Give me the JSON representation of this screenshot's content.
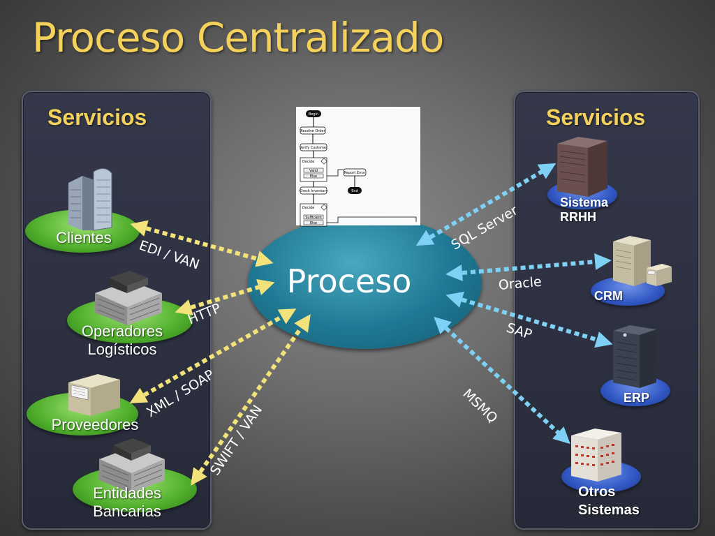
{
  "title": "Proceso Centralizado",
  "left_panel": {
    "heading": "Servicios",
    "nodes": [
      {
        "label_lines": [
          "Clientes"
        ],
        "icon": "office-tower-icon"
      },
      {
        "label_lines": [
          "Operadores",
          "Logísticos"
        ],
        "icon": "building-icon"
      },
      {
        "label_lines": [
          "Proveedores"
        ],
        "icon": "package-icon"
      },
      {
        "label_lines": [
          "Entidades",
          "Bancarias"
        ],
        "icon": "building-icon"
      }
    ]
  },
  "right_panel": {
    "heading": "Servicios",
    "nodes": [
      {
        "label_lines": [
          "Sistema",
          "RRHH"
        ],
        "icon": "server-tower-icon"
      },
      {
        "label_lines": [
          "CRM"
        ],
        "icon": "server-cabinet-icon"
      },
      {
        "label_lines": [
          "ERP"
        ],
        "icon": "server-rack-icon"
      },
      {
        "label_lines": [
          "Otros",
          "Sistemas"
        ],
        "icon": "mainframe-icon"
      }
    ]
  },
  "center": {
    "label": "Proceso",
    "workflow_steps": [
      "Begin",
      "Receive Order",
      "Verify Customer",
      "Decide",
      "Valid",
      "Else",
      "Report Error",
      "End",
      "Check Inventory",
      "Decide",
      "Sufficient",
      "Else"
    ]
  },
  "connections": {
    "left": [
      "EDI / VAN",
      "HTTP",
      "XML / SOAP",
      "SWIFT / VAN"
    ],
    "right": [
      "SQL  Server",
      "Oracle",
      "SAP",
      "MSMQ"
    ]
  },
  "colors": {
    "title": "#f3d15a",
    "left_arrows": "#f1e27a",
    "right_arrows": "#7fd0f5",
    "left_bases": "#4fae2c",
    "right_bases": "#3157c4",
    "process": "#1f7893"
  }
}
